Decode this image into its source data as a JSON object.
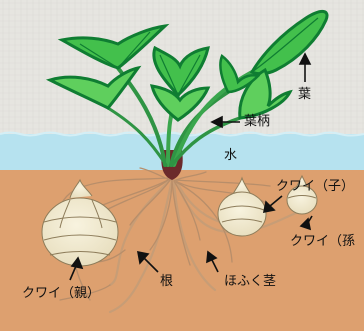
{
  "labels": {
    "leaf": "葉",
    "petiole": "葉柄",
    "water": "水",
    "child_tuber": "クワイ（子）",
    "grandchild_tuber": "クワイ（孫",
    "parent_tuber": "クワイ（親）",
    "root": "根",
    "stolon": "ほふく茎"
  },
  "colors": {
    "background": "#e6e5e0",
    "water": "#b6e2ef",
    "soil": "#dda06f",
    "leaf_light": "#43c04c",
    "leaf_dark": "#0f7d32",
    "tuber": "#f2ebcf",
    "root": "#b88e6a",
    "stem_base": "#6b2a2b"
  }
}
